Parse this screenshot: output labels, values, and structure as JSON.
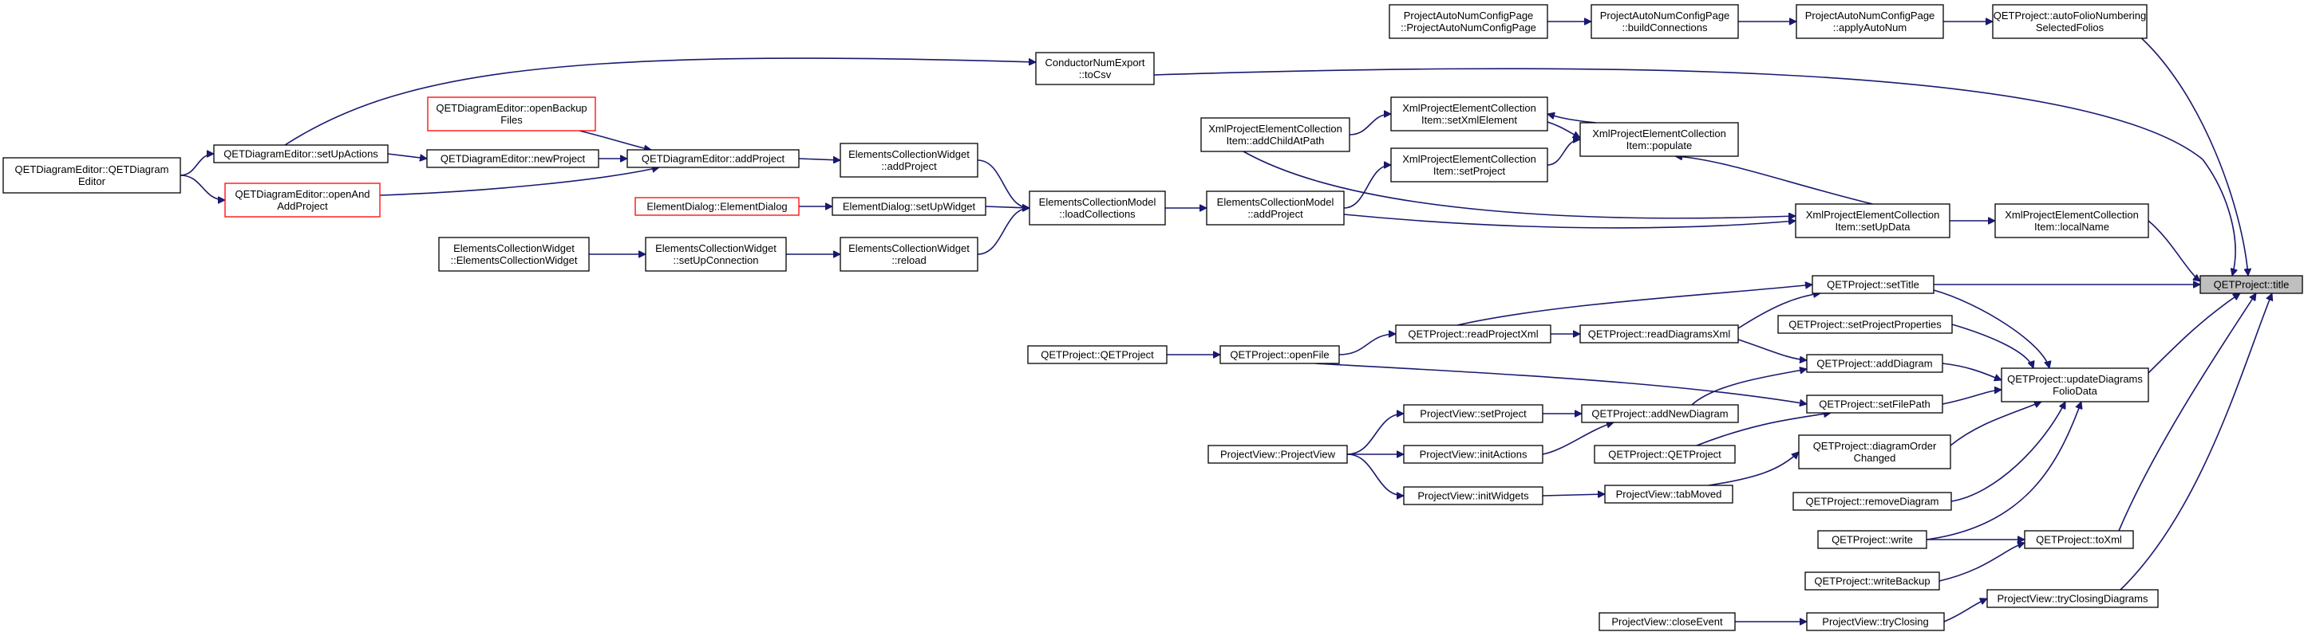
{
  "graph": {
    "nodes": [
      {
        "id": "projectAutoNumConfigPage_ctor",
        "lines": [
          "ProjectAutoNumConfigPage",
          "::ProjectAutoNumConfigPage"
        ]
      },
      {
        "id": "projectAutoNumConfigPage_buildConnections",
        "lines": [
          "ProjectAutoNumConfigPage",
          "::buildConnections"
        ]
      },
      {
        "id": "projectAutoNumConfigPage_applyAutoNum",
        "lines": [
          "ProjectAutoNumConfigPage",
          "::applyAutoNum"
        ]
      },
      {
        "id": "qetProject_autoFolioNumberingSelectedFolios",
        "lines": [
          "QETProject::autoFolioNumbering",
          "SelectedFolios"
        ]
      },
      {
        "id": "conductorNumExport_toCsv",
        "lines": [
          "ConductorNumExport",
          "::toCsv"
        ]
      },
      {
        "id": "qetDiagramEditor_openBackupFiles",
        "lines": [
          "QETDiagramEditor::openBackup",
          "Files"
        ],
        "style": "red"
      },
      {
        "id": "qetDiagramEditor_setUpActions",
        "lines": [
          "QETDiagramEditor::setUpActions"
        ]
      },
      {
        "id": "qetDiagramEditor_ctor",
        "lines": [
          "QETDiagramEditor::QETDiagram",
          "Editor"
        ]
      },
      {
        "id": "qetDiagramEditor_newProject",
        "lines": [
          "QETDiagramEditor::newProject"
        ]
      },
      {
        "id": "qetDiagramEditor_openAndAddProject",
        "lines": [
          "QETDiagramEditor::openAnd",
          "AddProject"
        ],
        "style": "red"
      },
      {
        "id": "qetDiagramEditor_addProject",
        "lines": [
          "QETDiagramEditor::addProject"
        ]
      },
      {
        "id": "elementsCollectionWidget_addProject",
        "lines": [
          "ElementsCollectionWidget",
          "::addProject"
        ]
      },
      {
        "id": "elementDialog_ctor",
        "lines": [
          "ElementDialog::ElementDialog"
        ],
        "style": "red"
      },
      {
        "id": "elementDialog_setUpWidget",
        "lines": [
          "ElementDialog::setUpWidget"
        ]
      },
      {
        "id": "elementsCollectionWidget_ctor",
        "lines": [
          "ElementsCollectionWidget",
          "::ElementsCollectionWidget"
        ]
      },
      {
        "id": "elementsCollectionWidget_setUpConnection",
        "lines": [
          "ElementsCollectionWidget",
          "::setUpConnection"
        ]
      },
      {
        "id": "elementsCollectionWidget_reload",
        "lines": [
          "ElementsCollectionWidget",
          "::reload"
        ]
      },
      {
        "id": "elementsCollectionModel_loadCollections",
        "lines": [
          "ElementsCollectionModel",
          "::loadCollections"
        ]
      },
      {
        "id": "elementsCollectionModel_addProject",
        "lines": [
          "ElementsCollectionModel",
          "::addProject"
        ]
      },
      {
        "id": "xmlProjectElementCollection_addChildAtPath",
        "lines": [
          "XmlProjectElementCollection",
          "Item::addChildAtPath"
        ]
      },
      {
        "id": "xmlProjectElementCollection_setXmlElement",
        "lines": [
          "XmlProjectElementCollection",
          "Item::setXmlElement"
        ]
      },
      {
        "id": "xmlProjectElementCollection_setProject",
        "lines": [
          "XmlProjectElementCollection",
          "Item::setProject"
        ]
      },
      {
        "id": "xmlProjectElementCollection_populate",
        "lines": [
          "XmlProjectElementCollection",
          "Item::populate"
        ]
      },
      {
        "id": "xmlProjectElementCollection_setUpData",
        "lines": [
          "XmlProjectElementCollection",
          "Item::setUpData"
        ]
      },
      {
        "id": "xmlProjectElementCollection_localName",
        "lines": [
          "XmlProjectElementCollection",
          "Item::localName"
        ]
      },
      {
        "id": "qetProject_title",
        "lines": [
          "QETProject::title"
        ],
        "style": "highlight"
      },
      {
        "id": "qetProject_setTitle",
        "lines": [
          "QETProject::setTitle"
        ]
      },
      {
        "id": "qetProject_setProjectProperties",
        "lines": [
          "QETProject::setProjectProperties"
        ]
      },
      {
        "id": "qetProject_readProjectXml",
        "lines": [
          "QETProject::readProjectXml"
        ]
      },
      {
        "id": "qetProject_readDiagramsXml",
        "lines": [
          "QETProject::readDiagramsXml"
        ]
      },
      {
        "id": "qetProject_ctor",
        "lines": [
          "QETProject::QETProject"
        ]
      },
      {
        "id": "qetProject_openFile",
        "lines": [
          "QETProject::openFile"
        ]
      },
      {
        "id": "qetProject_addDiagram",
        "lines": [
          "QETProject::addDiagram"
        ]
      },
      {
        "id": "qetProject_updateDiagramsFolioData",
        "lines": [
          "QETProject::updateDiagrams",
          "FolioData"
        ]
      },
      {
        "id": "projectView_setProject",
        "lines": [
          "ProjectView::setProject"
        ]
      },
      {
        "id": "qetProject_addNewDiagram",
        "lines": [
          "QETProject::addNewDiagram"
        ]
      },
      {
        "id": "qetProject_setFilePath",
        "lines": [
          "QETProject::setFilePath"
        ]
      },
      {
        "id": "projectView_ctor",
        "lines": [
          "ProjectView::ProjectView"
        ]
      },
      {
        "id": "projectView_initActions",
        "lines": [
          "ProjectView::initActions"
        ]
      },
      {
        "id": "qetProject_ctor2",
        "lines": [
          "QETProject::QETProject"
        ]
      },
      {
        "id": "qetProject_diagramOrderChanged",
        "lines": [
          "QETProject::diagramOrder",
          "Changed"
        ]
      },
      {
        "id": "projectView_initWidgets",
        "lines": [
          "ProjectView::initWidgets"
        ]
      },
      {
        "id": "projectView_tabMoved",
        "lines": [
          "ProjectView::tabMoved"
        ]
      },
      {
        "id": "qetProject_removeDiagram",
        "lines": [
          "QETProject::removeDiagram"
        ]
      },
      {
        "id": "qetProject_write",
        "lines": [
          "QETProject::write"
        ]
      },
      {
        "id": "qetProject_toXml",
        "lines": [
          "QETProject::toXml"
        ]
      },
      {
        "id": "qetProject_writeBackup",
        "lines": [
          "QETProject::writeBackup"
        ]
      },
      {
        "id": "projectView_tryClosingDiagrams",
        "lines": [
          "ProjectView::tryClosingDiagrams"
        ]
      },
      {
        "id": "projectView_closeEvent",
        "lines": [
          "ProjectView::closeEvent"
        ]
      },
      {
        "id": "projectView_tryClosing",
        "lines": [
          "ProjectView::tryClosing"
        ]
      }
    ]
  }
}
